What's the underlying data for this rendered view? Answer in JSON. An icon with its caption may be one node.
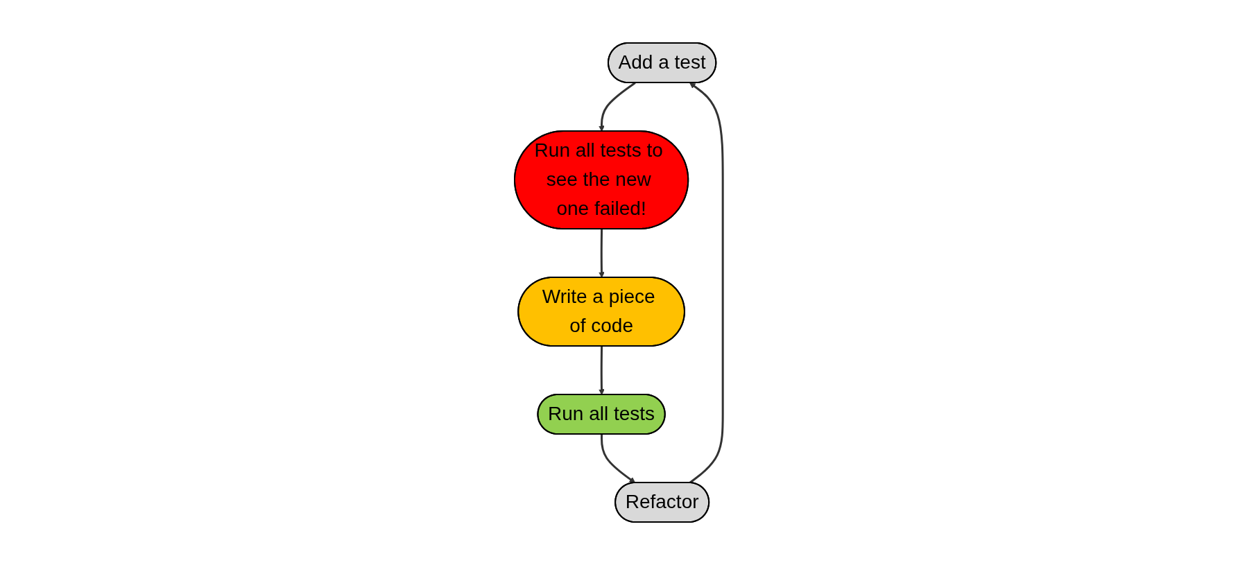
{
  "diagram": {
    "nodes": [
      {
        "text": [
          "Add a test"
        ]
      },
      {
        "text": [
          "Run all tests to see the new one failed!"
        ]
      },
      {
        "text": [
          "Write a piece of code"
        ]
      },
      {
        "text": [
          "Run all tests"
        ]
      },
      {
        "text": [
          "Refactor"
        ]
      }
    ],
    "edges": [
      {
        "from": 0,
        "to": 1,
        "arrow": "to"
      },
      {
        "from": 1,
        "to": 2,
        "arrow": "to"
      },
      {
        "from": 2,
        "to": 3,
        "arrow": "to"
      },
      {
        "from": 3,
        "to": 4,
        "arrow": "to"
      },
      {
        "from": 4,
        "to": 0,
        "arrow": "to"
      }
    ]
  }
}
